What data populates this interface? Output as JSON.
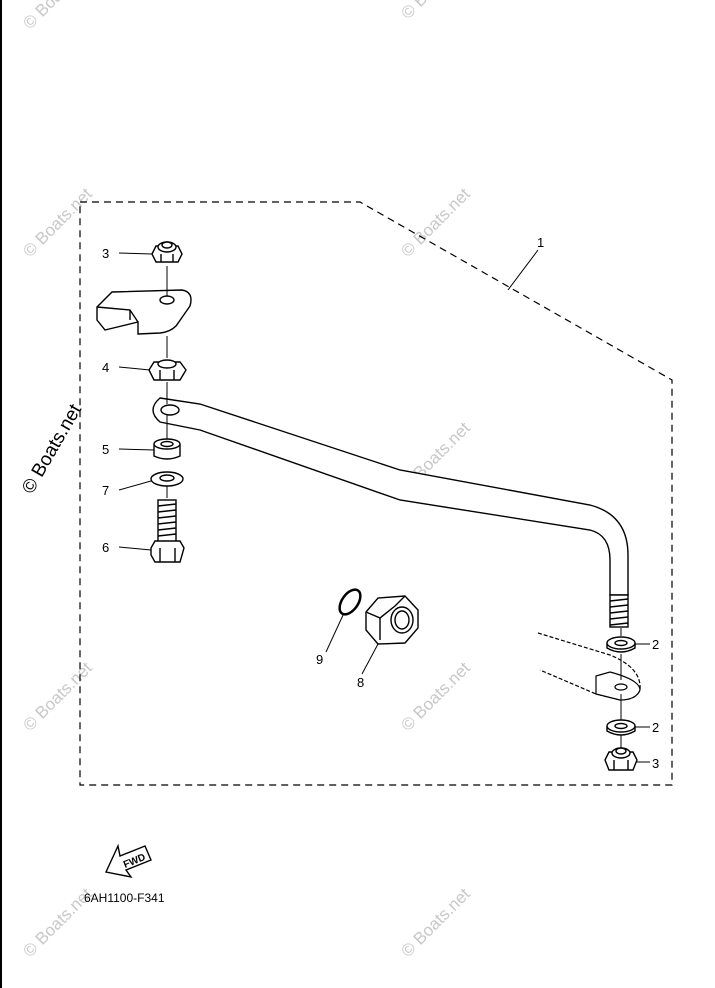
{
  "watermark": "© Boats.net",
  "diagram_code": "6AH1100-F341",
  "fwd_label": "FWD",
  "callouts": {
    "c1": "1",
    "c2a": "2",
    "c2b": "2",
    "c3a": "3",
    "c3b": "3",
    "c4": "4",
    "c5": "5",
    "c6": "6",
    "c7": "7",
    "c8": "8",
    "c9": "9"
  }
}
